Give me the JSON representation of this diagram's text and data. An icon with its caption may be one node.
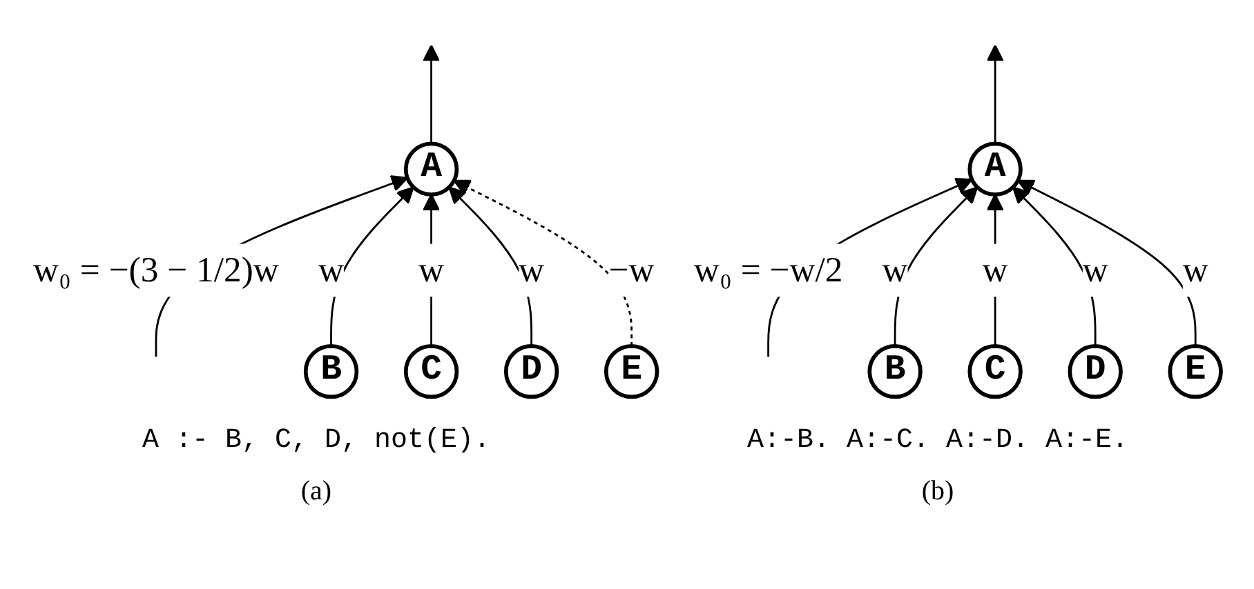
{
  "diagram": {
    "nodes": [
      {
        "text": [
          "A"
        ]
      },
      {
        "text": [
          "B"
        ]
      },
      {
        "text": [
          "C"
        ]
      },
      {
        "text": [
          "D"
        ]
      },
      {
        "text": [
          "E"
        ]
      },
      {
        "text": [
          "A"
        ]
      },
      {
        "text": [
          "B"
        ]
      },
      {
        "text": [
          "C"
        ]
      },
      {
        "text": [
          "D"
        ]
      },
      {
        "text": [
          "E"
        ]
      }
    ],
    "edges": [
      {
        "from": 0,
        "to": null,
        "arrow": "to"
      },
      {
        "from": null,
        "to": 0,
        "arrow": "to",
        "label": "w₀ = −(3 − 1/2)w"
      },
      {
        "from": 1,
        "to": 0,
        "arrow": "to",
        "label": "w"
      },
      {
        "from": 2,
        "to": 0,
        "arrow": "to",
        "label": "w"
      },
      {
        "from": 3,
        "to": 0,
        "arrow": "to",
        "label": "w"
      },
      {
        "from": 4,
        "to": 0,
        "arrow": "to",
        "label": "−w",
        "style": "dashed"
      },
      {
        "from": 5,
        "to": null,
        "arrow": "to"
      },
      {
        "from": null,
        "to": 5,
        "arrow": "to",
        "label": "w₀ = −w/2"
      },
      {
        "from": 6,
        "to": 5,
        "arrow": "to",
        "label": "w"
      },
      {
        "from": 7,
        "to": 5,
        "arrow": "to",
        "label": "w"
      },
      {
        "from": 8,
        "to": 5,
        "arrow": "to",
        "label": "w"
      },
      {
        "from": 9,
        "to": 5,
        "arrow": "to",
        "label": "w"
      }
    ],
    "labels": [
      "A :- B, C, D, not(E).",
      "(a)",
      "A:-B. A:-C. A:-D. A:-E.",
      "(b)"
    ]
  }
}
